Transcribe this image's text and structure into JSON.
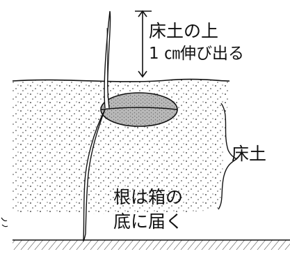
{
  "figure": {
    "labels": {
      "elevation_line1": "床土の上",
      "elevation_line2": "1 ㎝伸び出る",
      "bed_soil": "床土",
      "root_line1": "根は箱の",
      "root_line2": "底に届く"
    }
  }
}
